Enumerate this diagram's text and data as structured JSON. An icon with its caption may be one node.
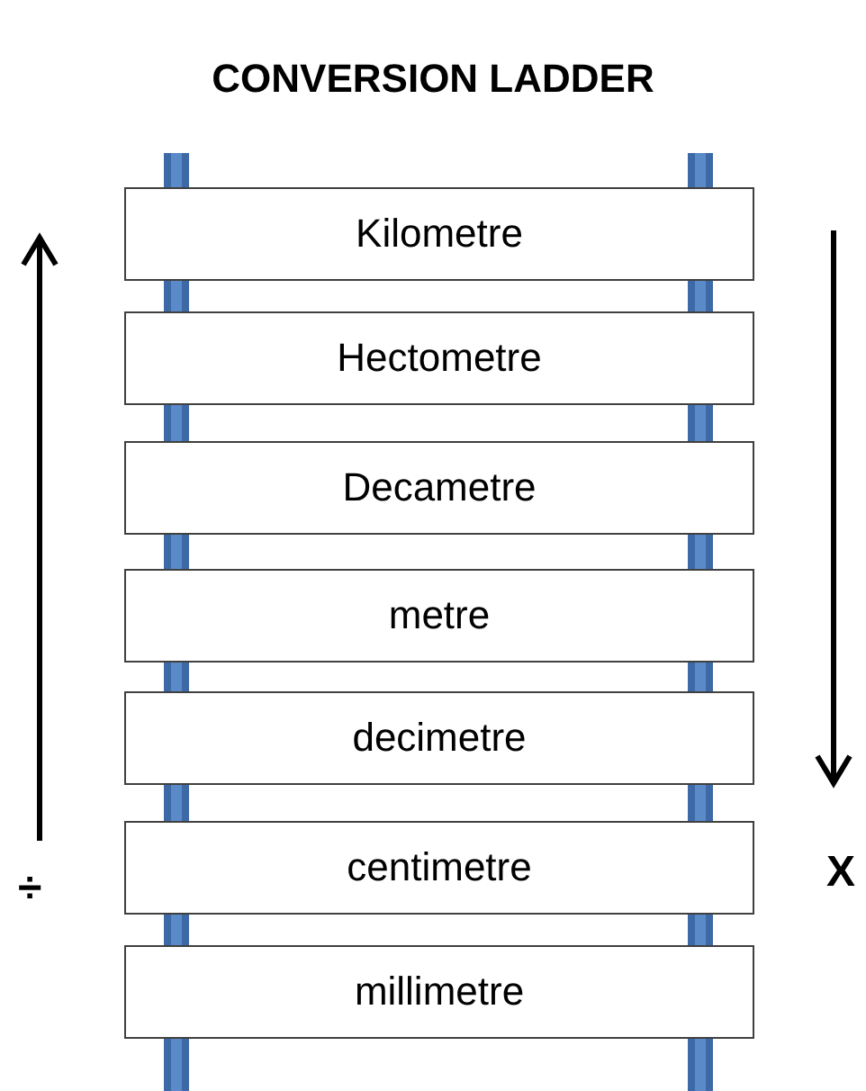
{
  "diagram": {
    "title": "CONVERSION LADDER",
    "nodes": [
      {
        "text": [
          "Kilometre"
        ]
      },
      {
        "text": [
          "Hectometre"
        ]
      },
      {
        "text": [
          "Decametre"
        ]
      },
      {
        "text": [
          "metre"
        ]
      },
      {
        "text": [
          "decimetre"
        ]
      },
      {
        "text": [
          "centimetre"
        ]
      },
      {
        "text": [
          "millimetre"
        ]
      }
    ],
    "labels": [
      "÷",
      "X"
    ]
  }
}
